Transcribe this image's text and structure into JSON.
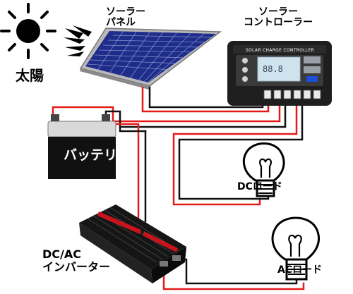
{
  "labels": {
    "sun": "太陽",
    "solar_panel_line1": "ソーラー",
    "solar_panel_line2": "パネル",
    "controller_line1": "ソーラー",
    "controller_line2": "コントローラー",
    "controller_screen_title": "SOLAR CHARGE CONTROLLER",
    "battery": "バッテリー",
    "dc_load": "DCロード",
    "inverter_line1": "DC/AC",
    "inverter_line2": "インバーター",
    "ac_load": "ACロード"
  },
  "colors": {
    "wire_red": "#e41b1b",
    "wire_black": "#111111",
    "battery_body": "#111111",
    "battery_top": "#d9d9d9",
    "panel_cells": "#1f2c8a",
    "controller_body": "#1e1e1e",
    "controller_screen": "#cfe3ef",
    "inverter_body": "#151515",
    "inverter_stripe": "#c8141b"
  }
}
